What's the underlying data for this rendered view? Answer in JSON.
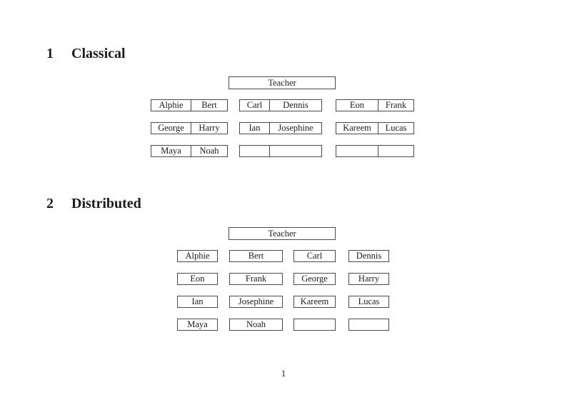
{
  "page": {
    "number": "1"
  },
  "colors": {
    "line": "#4a4a4a",
    "text": "#1c1c1c",
    "background": "#ffffff"
  },
  "sections": {
    "classical": {
      "heading_number": "1",
      "heading_title": "Classical",
      "teacher_label": "Teacher",
      "rows": [
        [
          [
            "Alphie",
            "Bert"
          ],
          [
            "Carl",
            "Dennis"
          ],
          [
            "Eon",
            "Frank"
          ]
        ],
        [
          [
            "George",
            "Harry"
          ],
          [
            "Ian",
            "Josephine"
          ],
          [
            "Kareem",
            "Lucas"
          ]
        ],
        [
          [
            "Maya",
            "Noah"
          ],
          [
            "",
            ""
          ],
          [
            "",
            ""
          ]
        ]
      ]
    },
    "distributed": {
      "heading_number": "2",
      "heading_title": "Distributed",
      "teacher_label": "Teacher",
      "rows": [
        [
          "Alphie",
          "Bert",
          "Carl",
          "Dennis"
        ],
        [
          "Eon",
          "Frank",
          "George",
          "Harry"
        ],
        [
          "Ian",
          "Josephine",
          "Kareem",
          "Lucas"
        ],
        [
          "Maya",
          "Noah",
          "",
          ""
        ]
      ]
    }
  }
}
